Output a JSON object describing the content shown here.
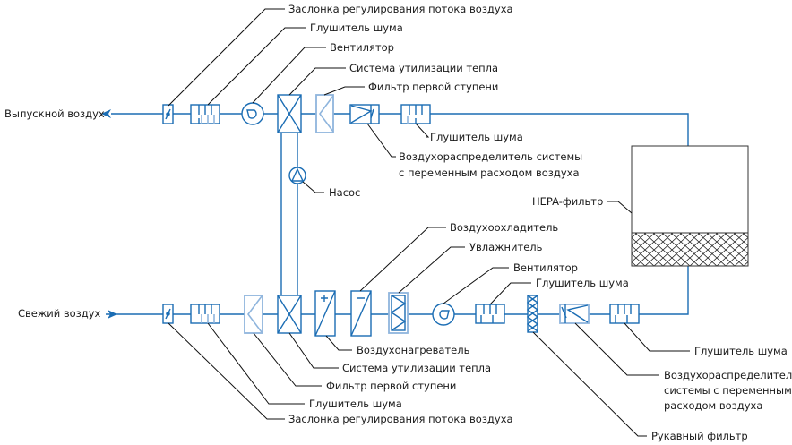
{
  "colors": {
    "pipe": "#1b6db4",
    "light_component": "#8fb5dd",
    "leader": "#111111"
  },
  "exhaust": {
    "inlet_label": "Выпускной воздух",
    "damper": "Заслонка регулирования потока воздуха",
    "silencer1": "Глушитель шума",
    "fan": "Вентилятор",
    "heat_recovery": "Система утилизации тепла",
    "prefilter": "Фильтр первой ступени",
    "vav_line1": "Воздухораспределитель системы",
    "vav_line2": "с переменным расходом воздуха",
    "silencer2": "Глушитель шума",
    "pump": "Насос"
  },
  "hepa": {
    "label": "HEPA-фильтр"
  },
  "supply": {
    "inlet_label": "Свежий воздух",
    "cooler": "Воздухоохладитель",
    "humidifier": "Увлажнитель",
    "fan": "Вентилятор",
    "silencer_mid": "Глушитель шума",
    "heater": "Воздухонагреватель",
    "heat_recovery": "Система утилизации тепла",
    "prefilter": "Фильтр первой ступени",
    "silencer1": "Глушитель шума",
    "damper": "Заслонка регулирования потока воздуха",
    "silencer_end": "Глушитель шума",
    "vav_line1": "Воздухораспределитель",
    "vav_line2": "системы с переменным",
    "vav_line3": "расходом воздуха",
    "bag_filter": "Рукавный фильтр"
  }
}
